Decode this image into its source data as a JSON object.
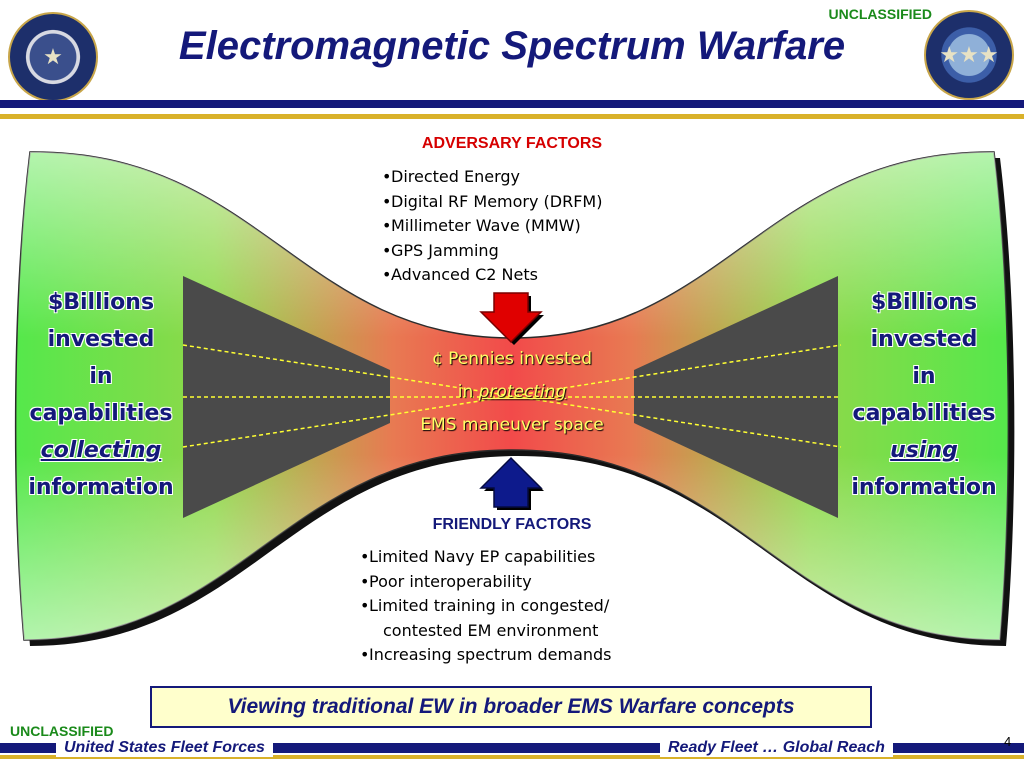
{
  "header": {
    "classification_top": "UNCLASSIFIED",
    "title": "Electromagnetic Spectrum Warfare",
    "left_seal": "united-states-fleet-forces-command-seal",
    "right_seal": "naval-network-warfare-command-seal"
  },
  "adversary": {
    "title": "ADVERSARY FACTORS",
    "items": [
      "Directed Energy",
      "Digital RF Memory (DRFM)",
      "Millimeter Wave (MMW)",
      "GPS Jamming",
      "Advanced C2 Nets"
    ]
  },
  "friendly": {
    "title": "FRIENDLY FACTORS",
    "items": [
      "Limited Navy EP capabilities",
      "Poor interoperability",
      "Limited training in congested/",
      "contested EM environment",
      "Increasing spectrum demands"
    ]
  },
  "left_side": {
    "line1": "$Billions",
    "line2": "invested",
    "line3": "in",
    "line4": "capabilities",
    "line5": "collecting",
    "line6": "information"
  },
  "right_side": {
    "line1": "$Billions",
    "line2": "invested",
    "line3": "in",
    "line4": "capabilities",
    "line5": "using",
    "line6": "information"
  },
  "center": {
    "line1": "¢ Pennies invested",
    "line2_prefix": "in ",
    "line2_em": "protecting",
    "line3": "EMS maneuver space"
  },
  "banner": "Viewing traditional EW in broader EMS Warfare concepts",
  "footer": {
    "classification_bottom": "UNCLASSIFIED",
    "left": "United States Fleet Forces",
    "right": "Ready Fleet … Global Reach",
    "page_number": "4"
  },
  "colors": {
    "navy": "#14197a",
    "adversary_red": "#d60000",
    "outer_green": "#55e84b",
    "center_red": "#f25050",
    "funnel_dark": "#4a4a4a",
    "gold_rule": "#d9b12a"
  }
}
